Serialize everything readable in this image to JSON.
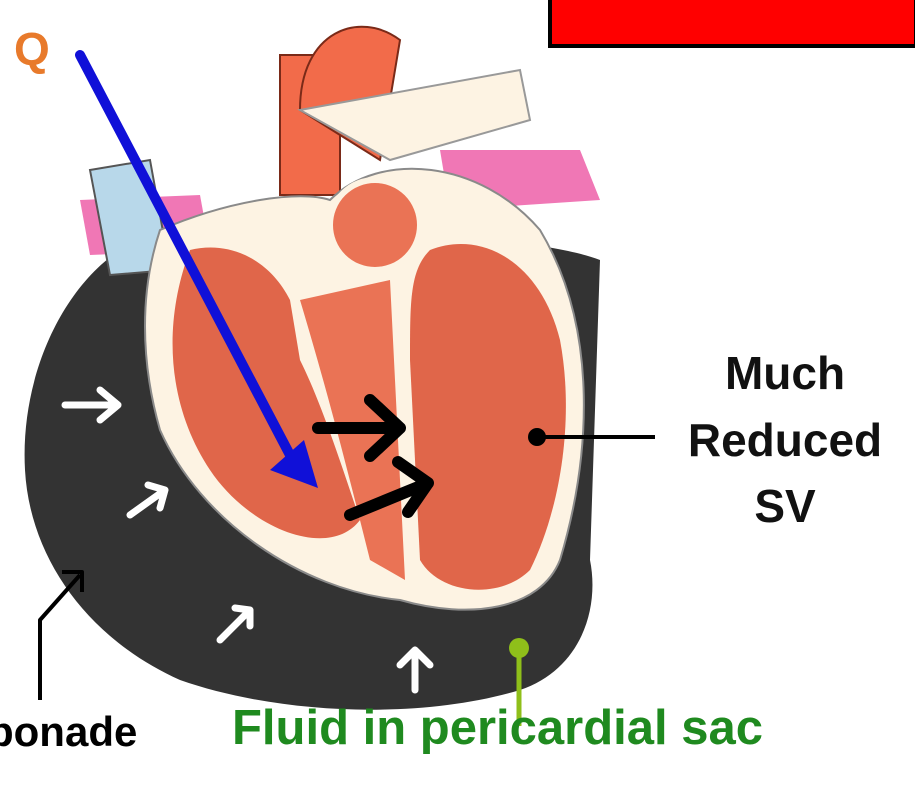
{
  "colors": {
    "flow_label": "#e87a2b",
    "flow_arrow": "#1010d8",
    "fluid_label": "#1f8a1f",
    "fluid_pointer": "#8fbf1a",
    "pericardial_fluid": "#333333",
    "heart_muscle": "#f26b4a",
    "chamber": "#e0664a",
    "box": "#ff0000"
  },
  "labels": {
    "flow": "Q",
    "stroke_volume": [
      "Much",
      "Reduced",
      "SV"
    ],
    "tamponade_partial": "ponade",
    "fluid": "Fluid in pericardial sac"
  },
  "icons": [
    "inward-pressure-arrow-icon",
    "compression-arrow-icon",
    "venous-inflow-arrow-icon"
  ]
}
